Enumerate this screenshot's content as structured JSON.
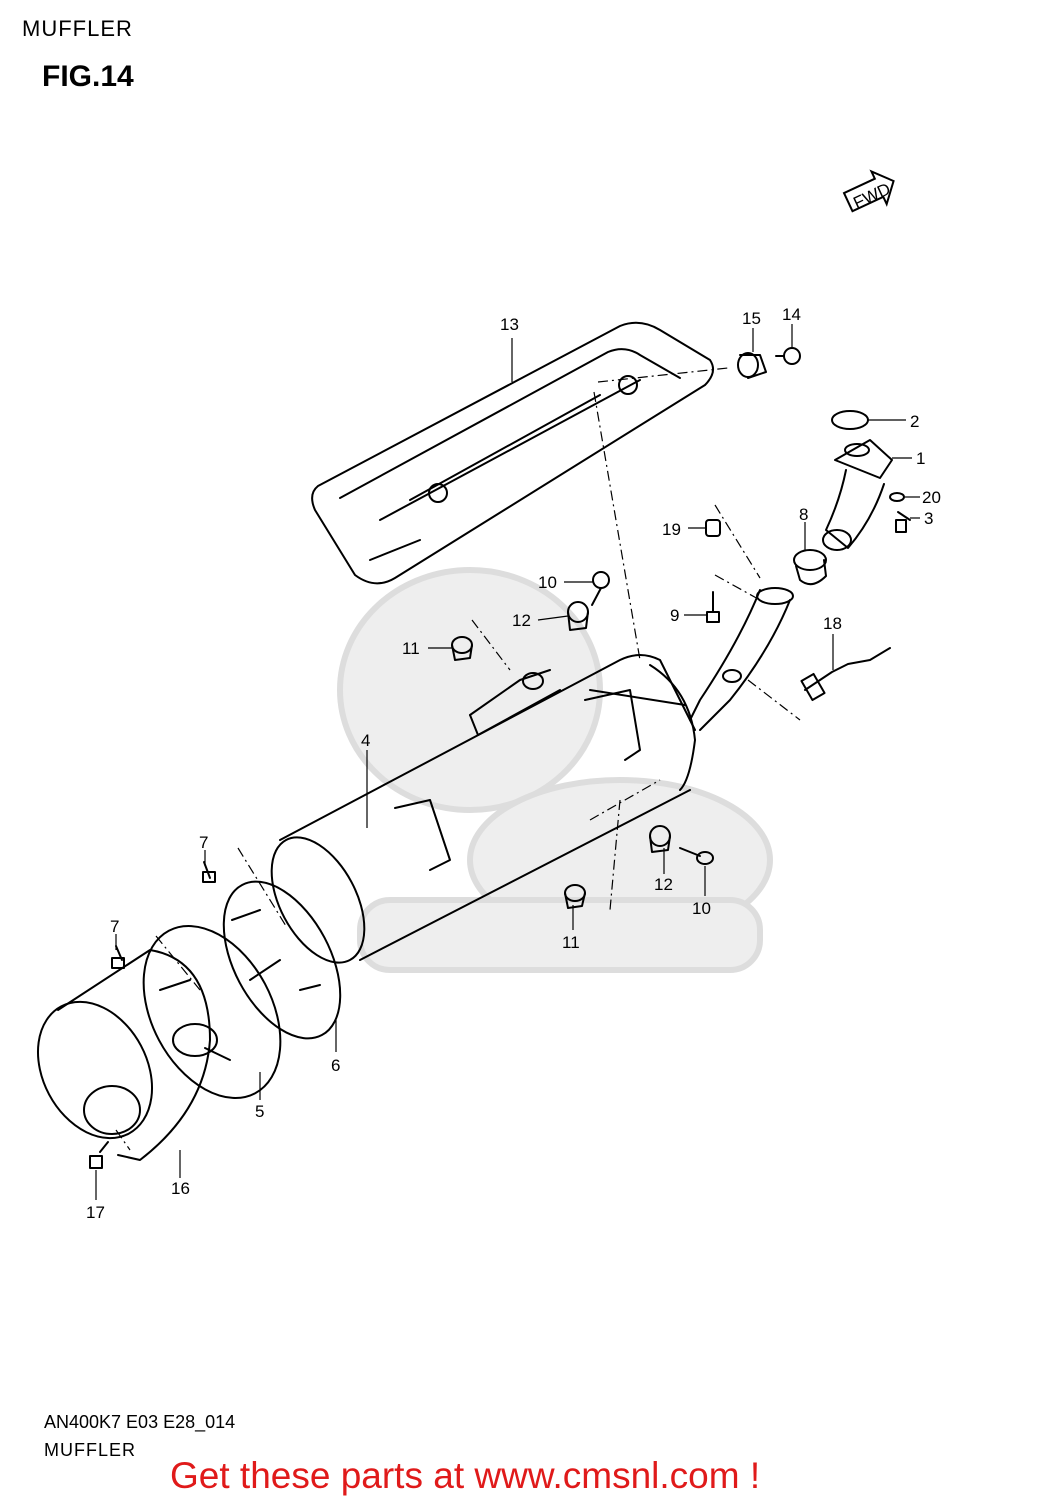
{
  "header": {
    "section_title": "MUFFLER",
    "figure_label": "FIG.14"
  },
  "direction_marker": {
    "label": "FWD"
  },
  "callouts": [
    {
      "id": "c13",
      "text": "13"
    },
    {
      "id": "c15",
      "text": "15"
    },
    {
      "id": "c14",
      "text": "14"
    },
    {
      "id": "c2",
      "text": "2"
    },
    {
      "id": "c1",
      "text": "1"
    },
    {
      "id": "c20",
      "text": "20"
    },
    {
      "id": "c3",
      "text": "3"
    },
    {
      "id": "c19",
      "text": "19"
    },
    {
      "id": "c8",
      "text": "8"
    },
    {
      "id": "c10a",
      "text": "10"
    },
    {
      "id": "c12a",
      "text": "12"
    },
    {
      "id": "c9",
      "text": "9"
    },
    {
      "id": "c11a",
      "text": "11"
    },
    {
      "id": "c18",
      "text": "18"
    },
    {
      "id": "c4",
      "text": "4"
    },
    {
      "id": "c7a",
      "text": "7"
    },
    {
      "id": "c7b",
      "text": "7"
    },
    {
      "id": "c12b",
      "text": "12"
    },
    {
      "id": "c10b",
      "text": "10"
    },
    {
      "id": "c11b",
      "text": "11"
    },
    {
      "id": "c6",
      "text": "6"
    },
    {
      "id": "c5",
      "text": "5"
    },
    {
      "id": "c16",
      "text": "16"
    },
    {
      "id": "c17",
      "text": "17"
    }
  ],
  "footer": {
    "model_code": "AN400K7 E03 E28_014",
    "section_title": "MUFFLER",
    "promo_text": "Get these parts at www.cmsnl.com !"
  },
  "colors": {
    "promo": "#e01a1a",
    "line": "#000000",
    "watermark": "#e6e6e6"
  }
}
